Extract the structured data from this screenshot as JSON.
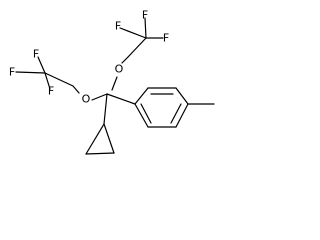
{
  "molecule": {
    "atoms": {
      "f1": "F",
      "f2": "F",
      "f3": "F",
      "o1": "O",
      "f4": "F",
      "f5": "F",
      "f6": "F",
      "o2": "O"
    }
  }
}
